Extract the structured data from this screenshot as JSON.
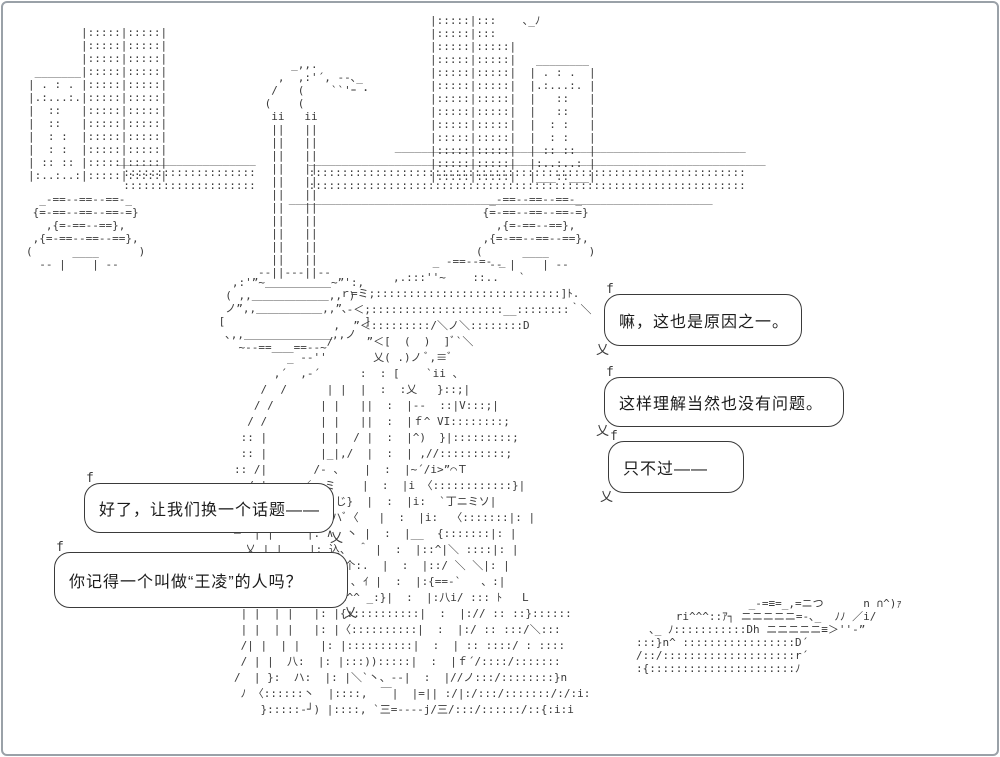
{
  "colors": {
    "background": "#ffffff",
    "ink": "#3a3a3a",
    "bubble_border": "#3a3a3a",
    "bubble_text": "#1b1b1b",
    "frame_border": "#9aa1a8"
  },
  "bubbles": [
    {
      "text": "嘛，这也是原因之一。",
      "glyph_top": "f",
      "glyph_tail": "乂",
      "tail_side": "left"
    },
    {
      "text": "这样理解当然也没有问题。",
      "glyph_top": "f",
      "glyph_tail": "乂",
      "tail_side": "left"
    },
    {
      "text": "只不过——",
      "glyph_top": "f",
      "glyph_tail": "乂",
      "tail_side": "left"
    },
    {
      "text": "好了，让我们换一个话题——",
      "glyph_top": "f",
      "glyph_tail": "乂",
      "tail_side": "right"
    },
    {
      "text": "你记得一个叫做“王凌”的人吗？",
      "glyph_top": "f",
      "glyph_tail": "乂",
      "tail_side": "right"
    }
  ],
  "art": {
    "left_tower": [
      "        |:::::|:::::|",
      "        |:::::|:::::|",
      "        |:::::|:::::|",
      " _______|:::::|:::::|",
      "| . : . |:::::|:::::|",
      "|.:...:.|:::::|:::::|",
      "|  ::   |:::::|:::::|",
      "|  ::   |:::::|:::::|",
      "|  : :  |:::::|:::::|",
      "|  : :  |:::::|:::::|",
      "| :: :: |:::::|:::::|",
      "|:..:..:|:::::|:::::|"
    ],
    "right_tower": [
      "|:::::|:::    ､_ﾉ",
      "|:::::|:::",
      "|:::::|:::::|",
      "|:::::|:::::|   ________",
      "|:::::|:::::|  | . : .  |",
      "|:::::|:::::|  |.:...:. |",
      "|:::::|:::::|  |   ::   |",
      "|:::::|:::::|  |   ::   |",
      "|:::::|:::::|  |  : :   |",
      "|:::::|:::::|  |  : :   |",
      "|:::::|:::::|  | :: ::  |",
      "|:::::|:::::|  |:..:..: |",
      "|:::::|:::::|  |___::___|"
    ],
    "beam": [
      "                                           _____________________________________________________",
      " _____________________        _____________________________________________________________________",
      "  ::::::::::::::::::::        ::::::::::::::::::::::::::::::::::::::::::::::::::::::::::::::::::",
      "  ::::::::::::::::::::        ::::::::::::::::::::::::::::::::::::::::::::::::::::::::::::::::::",
      "                           ________________________________________________________________"
    ],
    "smoke": [
      "     _,,.",
      "   ,  ,:'´, --､_",
      "  /   (    ``'ｰ ･",
      " (    (",
      "  ii   ii",
      "  ||   ||",
      "  ||   ||",
      "  ||   ||",
      "  ||   ||",
      "  ||   ||",
      "  ||   ||",
      "  ||   ||",
      "  ||   ||",
      "  ||   ||",
      "  ||   ||",
      "  ||   ||",
      "--||---||--"
    ],
    "left_pedestal": [
      "  _-==--==--==-_",
      " {=-==--==--==-=}",
      "   ,{=-==--==},",
      " ,{=-==--==--==},",
      "(      ____      )",
      "  ‐‐ |    | ‐‐"
    ],
    "right_pedestal": [
      "  _-==--==--==-_",
      " {=-==--==--==-=}",
      "   ,{=-==--==},",
      " ,{=-==--==--==},",
      "(      ____      )",
      "  ‐‐ |    | ‐‐"
    ],
    "incense_pot": [
      "   ,:'”~＿＿＿＿＿＿~”':,",
      "  ( ,,＿＿＿＿＿＿＿,, )",
      "  ノ”,,＿＿＿＿＿＿,,”､",
      " [                     ]",
      "  ､,,＿＿＿＿＿＿＿＿,,ノ",
      "    ~--==＿＿==--~"
    ],
    "character": [
      "                              _ -==--=- _",
      "                        ,.:::''~    ::..   `",
      "                ｒ=ミ;::::::::::::::::::::::::::::]ﾄ.",
      "                 -＜;::::::::::::::::::::__::::::::｀＼",
      "               ,  ”＜:::::::::/＼ノ＼::::::::D",
      "              /     ”＜[  (  )  ]ﾞ`＼",
      "        _ -‐''       乂( .)ノ ﾞ,≡ﾞ",
      "      ,´  ,‐´      :  : [    `ii 、",
      "    /  /      | |  |  :  :乂   }::;|",
      "   / /       | |   ||  :  |‐-  ::|V:::;|",
      "  / /        | |   ||  :  |ｆ^ VI::::::::;",
      " :: |        | |  / |  :  |^)  }|:::::::::;",
      " :: |        |_|,/  |  :  | ,//::::::::::;",
      ":: /|       /‐ 、   |  :  |~´/i>”⌒Ｔ",
      "::/ |     ／x=ミ    |  :  |i 〈::::::::::::}|",
      "、 |  |    |=狄 じ}  |  :  |i:  `丁ニミソ|",
      " ｀ |  |    |: ハﾞ〈   |  :  |i:  〈:::::::|: |",
      "─  | |     |: ∧  丶 |  :  |__  {:::::::|: |",
      "＿乂 | |    |: 込、 ＾ |  :  |::^|＼ ::::|: |",
      " 、  | |    |: |:个:.  |  :  |::/ ＼ ＼|: |",
      "  ＼ | |    |: |> ､ ｲ |  :  |:{==‐`   、:|",
      " | |  | |   |: |n^^ _:}|  :  |:八i/ ::: ﾄ   L",
      " | |  | |   |: |{:::::::::::|  :  |:// :: ::}::::::",
      " | |  | |   |: |〈::::::::::|  :  |:/ :: :::/＼:::",
      " /| |  | |   |: |::::::::::|  :  | :: ::::/ : ::::",
      " / | |  八:  |: |:::)):::::|  :  |ｆ´/::::/:::::::",
      "/  | }:  ハ:  |: |＼`丶、--|  :  |//ノ:::/::::::::}n",
      " ﾉ 〈::::::丶  |::::,  ￣|  |=|| :/|:/:::/:::::::/:/:i:",
      "    }:::::‐┘) |::::, `三=----j/三/:::/::::::/::{:i:i"
    ],
    "creature_arm": [
      "                 _-=≡=_,=ニつ      n ∩^)ｧ",
      "      ri^^^::ｱ┐ ニニニニニ=-､_  ﾉﾉ ／i/",
      "  ､_ ﾉ:::::::::::Dh ニニニニニ≡＞''‐”",
      ":::}n^ :::::::::::::::::D´",
      "/::/::::::::::::::::::::r´",
      ":{::::::::::::::::::::::ﾉ"
    ]
  }
}
